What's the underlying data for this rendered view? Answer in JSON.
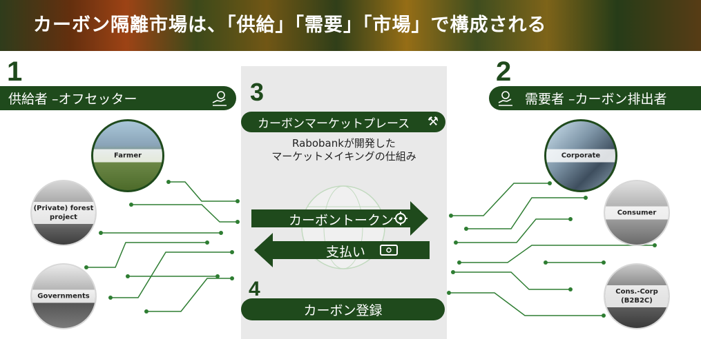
{
  "banner": {
    "title": "カーボン隔離市場は、「供給」「需要」「市場」で構成される"
  },
  "supplier": {
    "number": "1",
    "label": "供給者 –オフセッター",
    "icon": "hand-coin-icon"
  },
  "demand": {
    "number": "2",
    "label": "需要者 –カーボン排出者",
    "icon": "hand-coin-icon"
  },
  "market": {
    "number": "3",
    "label": "カーボンマーケットプレース",
    "description_line1": "Rabobankが開発した",
    "description_line2": "マーケットメイキングの仕組み",
    "token_label": "カーボントークン",
    "payment_label": "支払い"
  },
  "registry": {
    "number": "4",
    "label": "カーボン登録"
  },
  "suppliers": [
    {
      "label": "Farmer"
    },
    {
      "label_line1": "(Private) forest",
      "label_line2": "project"
    },
    {
      "label": "Governments"
    }
  ],
  "emitters": [
    {
      "label": "Corporate"
    },
    {
      "label": "Consumer"
    },
    {
      "label_line1": "Cons.-Corp",
      "label_line2": "(B2B2C)"
    }
  ],
  "colors": {
    "dark_green": "#1f4a1c",
    "line_green": "#2e7d32",
    "panel_gray": "#e9e9e9"
  }
}
